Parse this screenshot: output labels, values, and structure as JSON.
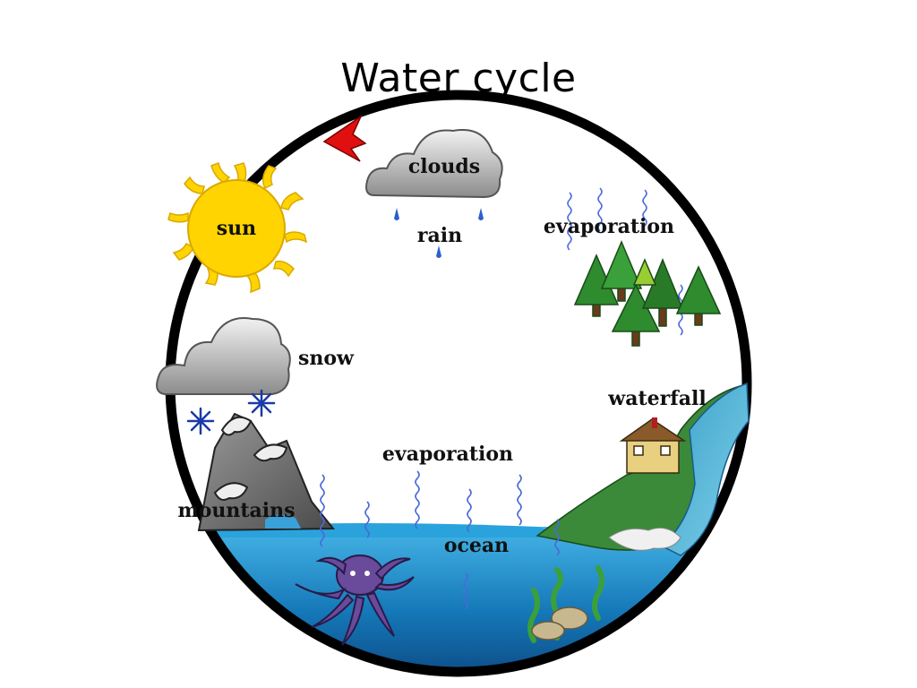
{
  "title": "Water cycle",
  "labels": {
    "clouds": "clouds",
    "rain": "rain",
    "sun": "sun",
    "evaporation_trees": "evaporation",
    "snow": "snow",
    "waterfall": "waterfall",
    "evaporation_ocean": "evaporation",
    "mountains": "mountains",
    "ocean": "ocean"
  },
  "colors": {
    "ring": "#000000",
    "arrow": "#e01010",
    "sun": "#ffd400",
    "ocean": "#1a8fd0",
    "trees": "#2e8b2e",
    "cloud": "#bdbdbd",
    "octopus": "#6a4a9a"
  }
}
